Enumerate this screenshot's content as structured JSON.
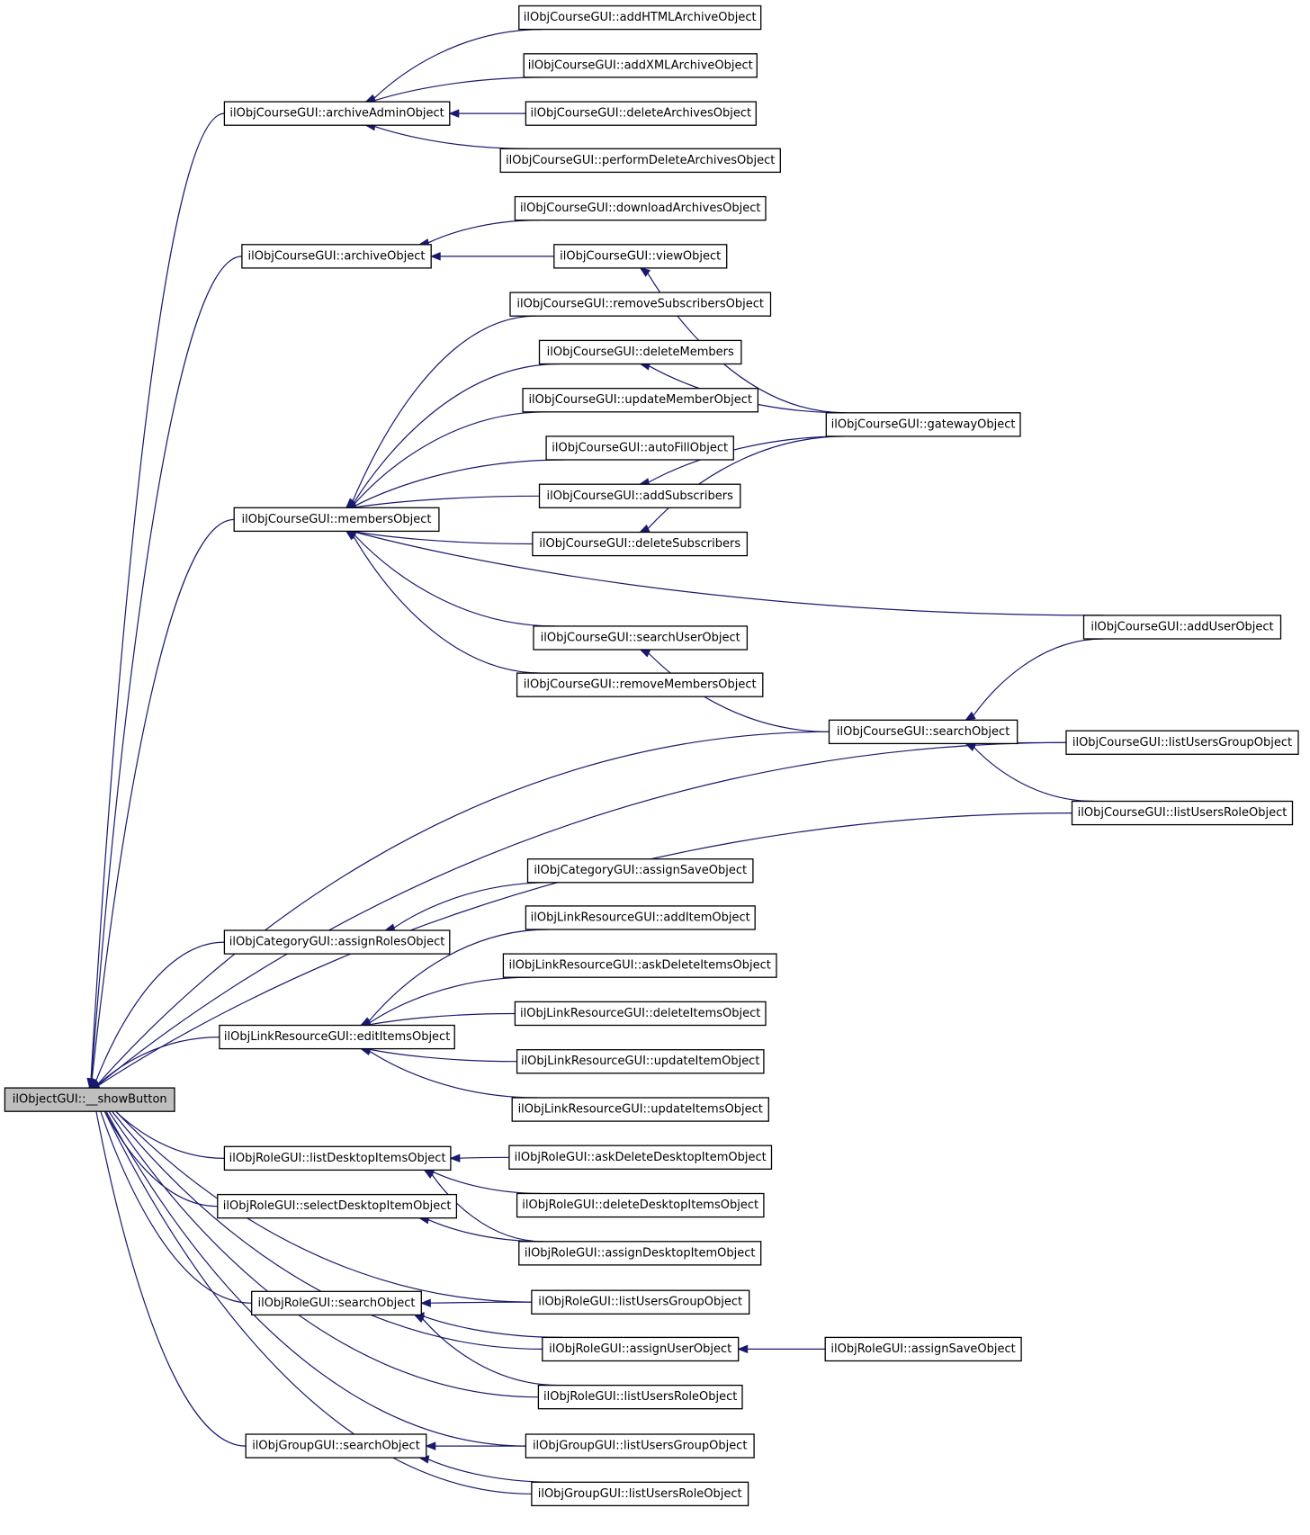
{
  "nodes": [
    {
      "id": "showButton",
      "label": "ilObjectGUI::__showButton",
      "root": true
    },
    {
      "id": "cAdmin",
      "label": "ilObjCourseGUI::archiveAdminObject"
    },
    {
      "id": "cArchive",
      "label": "ilObjCourseGUI::archiveObject"
    },
    {
      "id": "cMembers",
      "label": "ilObjCourseGUI::membersObject"
    },
    {
      "id": "cSearch",
      "label": "ilObjCourseGUI::searchObject"
    },
    {
      "id": "cAddHTML",
      "label": "ilObjCourseGUI::addHTMLArchiveObject"
    },
    {
      "id": "cAddXML",
      "label": "ilObjCourseGUI::addXMLArchiveObject"
    },
    {
      "id": "cDelArch",
      "label": "ilObjCourseGUI::deleteArchivesObject"
    },
    {
      "id": "cPerfDel",
      "label": "ilObjCourseGUI::performDeleteArchivesObject"
    },
    {
      "id": "cDownload",
      "label": "ilObjCourseGUI::downloadArchivesObject"
    },
    {
      "id": "cView",
      "label": "ilObjCourseGUI::viewObject"
    },
    {
      "id": "cRemSubs",
      "label": "ilObjCourseGUI::removeSubscribersObject"
    },
    {
      "id": "cDelMem",
      "label": "ilObjCourseGUI::deleteMembers"
    },
    {
      "id": "cUpdMem",
      "label": "ilObjCourseGUI::updateMemberObject"
    },
    {
      "id": "cAutoFill",
      "label": "ilObjCourseGUI::autoFillObject"
    },
    {
      "id": "cAddSubs",
      "label": "ilObjCourseGUI::addSubscribers"
    },
    {
      "id": "cDelSubs",
      "label": "ilObjCourseGUI::deleteSubscribers"
    },
    {
      "id": "cSearchUser",
      "label": "ilObjCourseGUI::searchUserObject"
    },
    {
      "id": "cRemMem",
      "label": "ilObjCourseGUI::removeMembersObject"
    },
    {
      "id": "cGateway",
      "label": "ilObjCourseGUI::gatewayObject"
    },
    {
      "id": "cAddUser",
      "label": "ilObjCourseGUI::addUserObject"
    },
    {
      "id": "cListGroup",
      "label": "ilObjCourseGUI::listUsersGroupObject"
    },
    {
      "id": "cListRole",
      "label": "ilObjCourseGUI::listUsersRoleObject"
    },
    {
      "id": "catAssignRoles",
      "label": "ilObjCategoryGUI::assignRolesObject"
    },
    {
      "id": "catAssignSave",
      "label": "ilObjCategoryGUI::assignSaveObject"
    },
    {
      "id": "lrEdit",
      "label": "ilObjLinkResourceGUI::editItemsObject"
    },
    {
      "id": "lrAdd",
      "label": "ilObjLinkResourceGUI::addItemObject"
    },
    {
      "id": "lrAskDel",
      "label": "ilObjLinkResourceGUI::askDeleteItemsObject"
    },
    {
      "id": "lrDel",
      "label": "ilObjLinkResourceGUI::deleteItemsObject"
    },
    {
      "id": "lrUpd",
      "label": "ilObjLinkResourceGUI::updateItemObject"
    },
    {
      "id": "lrUpdItems",
      "label": "ilObjLinkResourceGUI::updateItemsObject"
    },
    {
      "id": "rListDesk",
      "label": "ilObjRoleGUI::listDesktopItemsObject"
    },
    {
      "id": "rSelDesk",
      "label": "ilObjRoleGUI::selectDesktopItemObject"
    },
    {
      "id": "rSearch",
      "label": "ilObjRoleGUI::searchObject"
    },
    {
      "id": "rAskDelDesk",
      "label": "ilObjRoleGUI::askDeleteDesktopItemObject"
    },
    {
      "id": "rDelDesk",
      "label": "ilObjRoleGUI::deleteDesktopItemsObject"
    },
    {
      "id": "rAssignDesk",
      "label": "ilObjRoleGUI::assignDesktopItemObject"
    },
    {
      "id": "rListGroup",
      "label": "ilObjRoleGUI::listUsersGroupObject"
    },
    {
      "id": "rAssignUser",
      "label": "ilObjRoleGUI::assignUserObject"
    },
    {
      "id": "rListRole",
      "label": "ilObjRoleGUI::listUsersRoleObject"
    },
    {
      "id": "rAssignSave",
      "label": "ilObjRoleGUI::assignSaveObject"
    },
    {
      "id": "gSearch",
      "label": "ilObjGroupGUI::searchObject"
    },
    {
      "id": "gListGroup",
      "label": "ilObjGroupGUI::listUsersGroupObject"
    },
    {
      "id": "gListRole",
      "label": "ilObjGroupGUI::listUsersRoleObject"
    }
  ],
  "edges": [
    {
      "from": "cAddHTML",
      "to": "cAdmin"
    },
    {
      "from": "cAddXML",
      "to": "cAdmin"
    },
    {
      "from": "cDelArch",
      "to": "cAdmin"
    },
    {
      "from": "cPerfDel",
      "to": "cAdmin"
    },
    {
      "from": "cDownload",
      "to": "cArchive"
    },
    {
      "from": "cView",
      "to": "cArchive"
    },
    {
      "from": "cGateway",
      "to": "cView"
    },
    {
      "from": "cRemSubs",
      "to": "cMembers"
    },
    {
      "from": "cDelMem",
      "to": "cMembers"
    },
    {
      "from": "cUpdMem",
      "to": "cMembers"
    },
    {
      "from": "cAutoFill",
      "to": "cMembers"
    },
    {
      "from": "cAddSubs",
      "to": "cMembers"
    },
    {
      "from": "cDelSubs",
      "to": "cMembers"
    },
    {
      "from": "cSearchUser",
      "to": "cMembers"
    },
    {
      "from": "cRemMem",
      "to": "cMembers"
    },
    {
      "from": "cAddUser",
      "to": "cMembers"
    },
    {
      "from": "cGateway",
      "to": "cDelMem"
    },
    {
      "from": "cGateway",
      "to": "cAddSubs"
    },
    {
      "from": "cGateway",
      "to": "cDelSubs"
    },
    {
      "from": "cSearch",
      "to": "cSearchUser"
    },
    {
      "from": "cAddUser",
      "to": "cSearch"
    },
    {
      "from": "cListGroup",
      "to": "cSearch"
    },
    {
      "from": "cListRole",
      "to": "cSearch"
    },
    {
      "from": "cAdmin",
      "to": "showButton"
    },
    {
      "from": "cArchive",
      "to": "showButton"
    },
    {
      "from": "cMembers",
      "to": "showButton"
    },
    {
      "from": "cSearch",
      "to": "showButton"
    },
    {
      "from": "cListGroup",
      "to": "showButton"
    },
    {
      "from": "cListRole",
      "to": "showButton"
    },
    {
      "from": "catAssignSave",
      "to": "catAssignRoles"
    },
    {
      "from": "catAssignRoles",
      "to": "showButton"
    },
    {
      "from": "lrAdd",
      "to": "lrEdit"
    },
    {
      "from": "lrAskDel",
      "to": "lrEdit"
    },
    {
      "from": "lrDel",
      "to": "lrEdit"
    },
    {
      "from": "lrUpd",
      "to": "lrEdit"
    },
    {
      "from": "lrUpdItems",
      "to": "lrEdit"
    },
    {
      "from": "lrEdit",
      "to": "showButton"
    },
    {
      "from": "rAskDelDesk",
      "to": "rListDesk"
    },
    {
      "from": "rDelDesk",
      "to": "rListDesk"
    },
    {
      "from": "rAssignDesk",
      "to": "rListDesk"
    },
    {
      "from": "rAssignDesk",
      "to": "rSelDesk"
    },
    {
      "from": "rListDesk",
      "to": "showButton"
    },
    {
      "from": "rSelDesk",
      "to": "showButton"
    },
    {
      "from": "rListGroup",
      "to": "showButton"
    },
    {
      "from": "rListGroup",
      "to": "rSearch"
    },
    {
      "from": "rAssignUser",
      "to": "rSearch"
    },
    {
      "from": "rListRole",
      "to": "rSearch"
    },
    {
      "from": "rAssignSave",
      "to": "rAssignUser"
    },
    {
      "from": "rSearch",
      "to": "showButton"
    },
    {
      "from": "rAssignUser",
      "to": "showButton"
    },
    {
      "from": "rListRole",
      "to": "showButton"
    },
    {
      "from": "gListGroup",
      "to": "gSearch"
    },
    {
      "from": "gListRole",
      "to": "gSearch"
    },
    {
      "from": "gSearch",
      "to": "showButton"
    },
    {
      "from": "gListGroup",
      "to": "showButton"
    },
    {
      "from": "gListRole",
      "to": "showButton"
    }
  ]
}
